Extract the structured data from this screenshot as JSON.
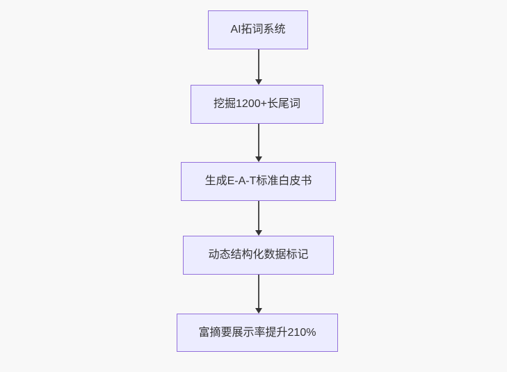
{
  "diagram": {
    "type": "flowchart",
    "direction": "top-down",
    "nodes": [
      {
        "id": "n1",
        "label": "AI拓词系统"
      },
      {
        "id": "n2",
        "label": "挖掘1200+长尾词"
      },
      {
        "id": "n3",
        "label": "生成E-A-T标准白皮书"
      },
      {
        "id": "n4",
        "label": "动态结构化数据标记"
      },
      {
        "id": "n5",
        "label": "富摘要展示率提升210%"
      }
    ],
    "edges": [
      {
        "from": "n1",
        "to": "n2"
      },
      {
        "from": "n2",
        "to": "n3"
      },
      {
        "from": "n3",
        "to": "n4"
      },
      {
        "from": "n4",
        "to": "n5"
      }
    ],
    "colors": {
      "background": "#f8f8f8",
      "node_fill": "#ececff",
      "node_border": "#9370db",
      "edge_line": "#4d4d4d",
      "arrowhead": "#333333",
      "text": "#333333"
    }
  }
}
